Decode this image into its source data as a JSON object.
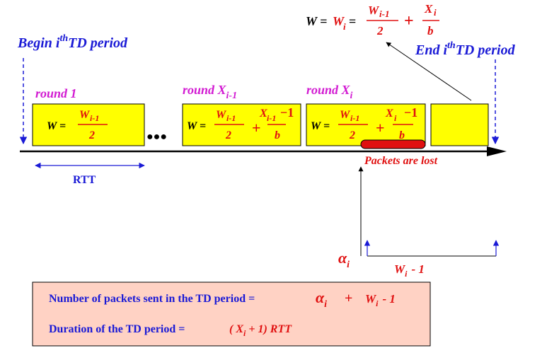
{
  "colors": {
    "blue": "#1a1ad6",
    "magenta": "#d21ad2",
    "red": "#e01010",
    "black": "#000000",
    "box_fill": "#ffff00",
    "note_fill": "#ffd2c4"
  },
  "top_formula": {
    "lhs": "W =",
    "w": "W",
    "w_sub": "i",
    "eq": "=",
    "num1": "W",
    "num1_sub": "i-1",
    "den1": "2",
    "plus": "+",
    "num2": "X",
    "num2_sub": "i",
    "den2": "b"
  },
  "begin_label": {
    "text1": "Begin i",
    "sup": "th",
    "text2": "TD period"
  },
  "end_label": {
    "text1": "End i",
    "sup": "th",
    "text2": "TD period"
  },
  "rounds": {
    "r1": "round 1",
    "r2_main": "round X",
    "r2_sub": "i-1",
    "r3_main": "round X",
    "r3_sub": "i"
  },
  "box1": {
    "lhs": "W =",
    "num": "W",
    "num_sub": "i-1",
    "den": "2"
  },
  "box2": {
    "lhs": "W =",
    "num1": "W",
    "num1_sub": "i-1",
    "den1": "2",
    "plus": "+",
    "num2": "X",
    "num2_sub": "i-1",
    "num2_tail": "−1",
    "den2": "b"
  },
  "box3": {
    "lhs": "W =",
    "num1": "W",
    "num1_sub": "i-1",
    "den1": "2",
    "plus": "+",
    "num2": "X",
    "num2_sub": "i",
    "num2_tail": "−1",
    "den2": "b"
  },
  "ellipsis": "●●●",
  "rtt_label": "RTT",
  "packets_lost": "Packets are lost",
  "alpha": {
    "symbol": "α",
    "sub": "i"
  },
  "w_minus": {
    "w": "W",
    "sub": "i",
    "tail": "- 1"
  },
  "note": {
    "line1_label": "Number of packets sent in the TD period =",
    "line1_alpha": "α",
    "line1_alpha_sub": "i",
    "line1_plus": "+",
    "line1_w": "W",
    "line1_w_sub": "i",
    "line1_tail": "- 1",
    "line2_label": "Duration of the TD period =",
    "line2_open": "( X",
    "line2_sub": "i",
    "line2_tail": "+ 1) RTT"
  }
}
